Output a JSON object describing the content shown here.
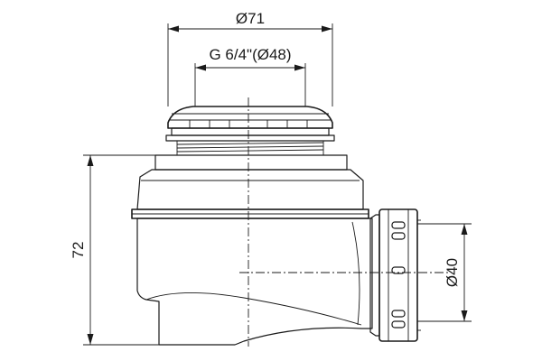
{
  "dimensions": {
    "outer_diameter": "Ø71",
    "thread": "G 6/4\"(Ø48)",
    "height": "72",
    "outlet_diameter": "Ø40"
  }
}
